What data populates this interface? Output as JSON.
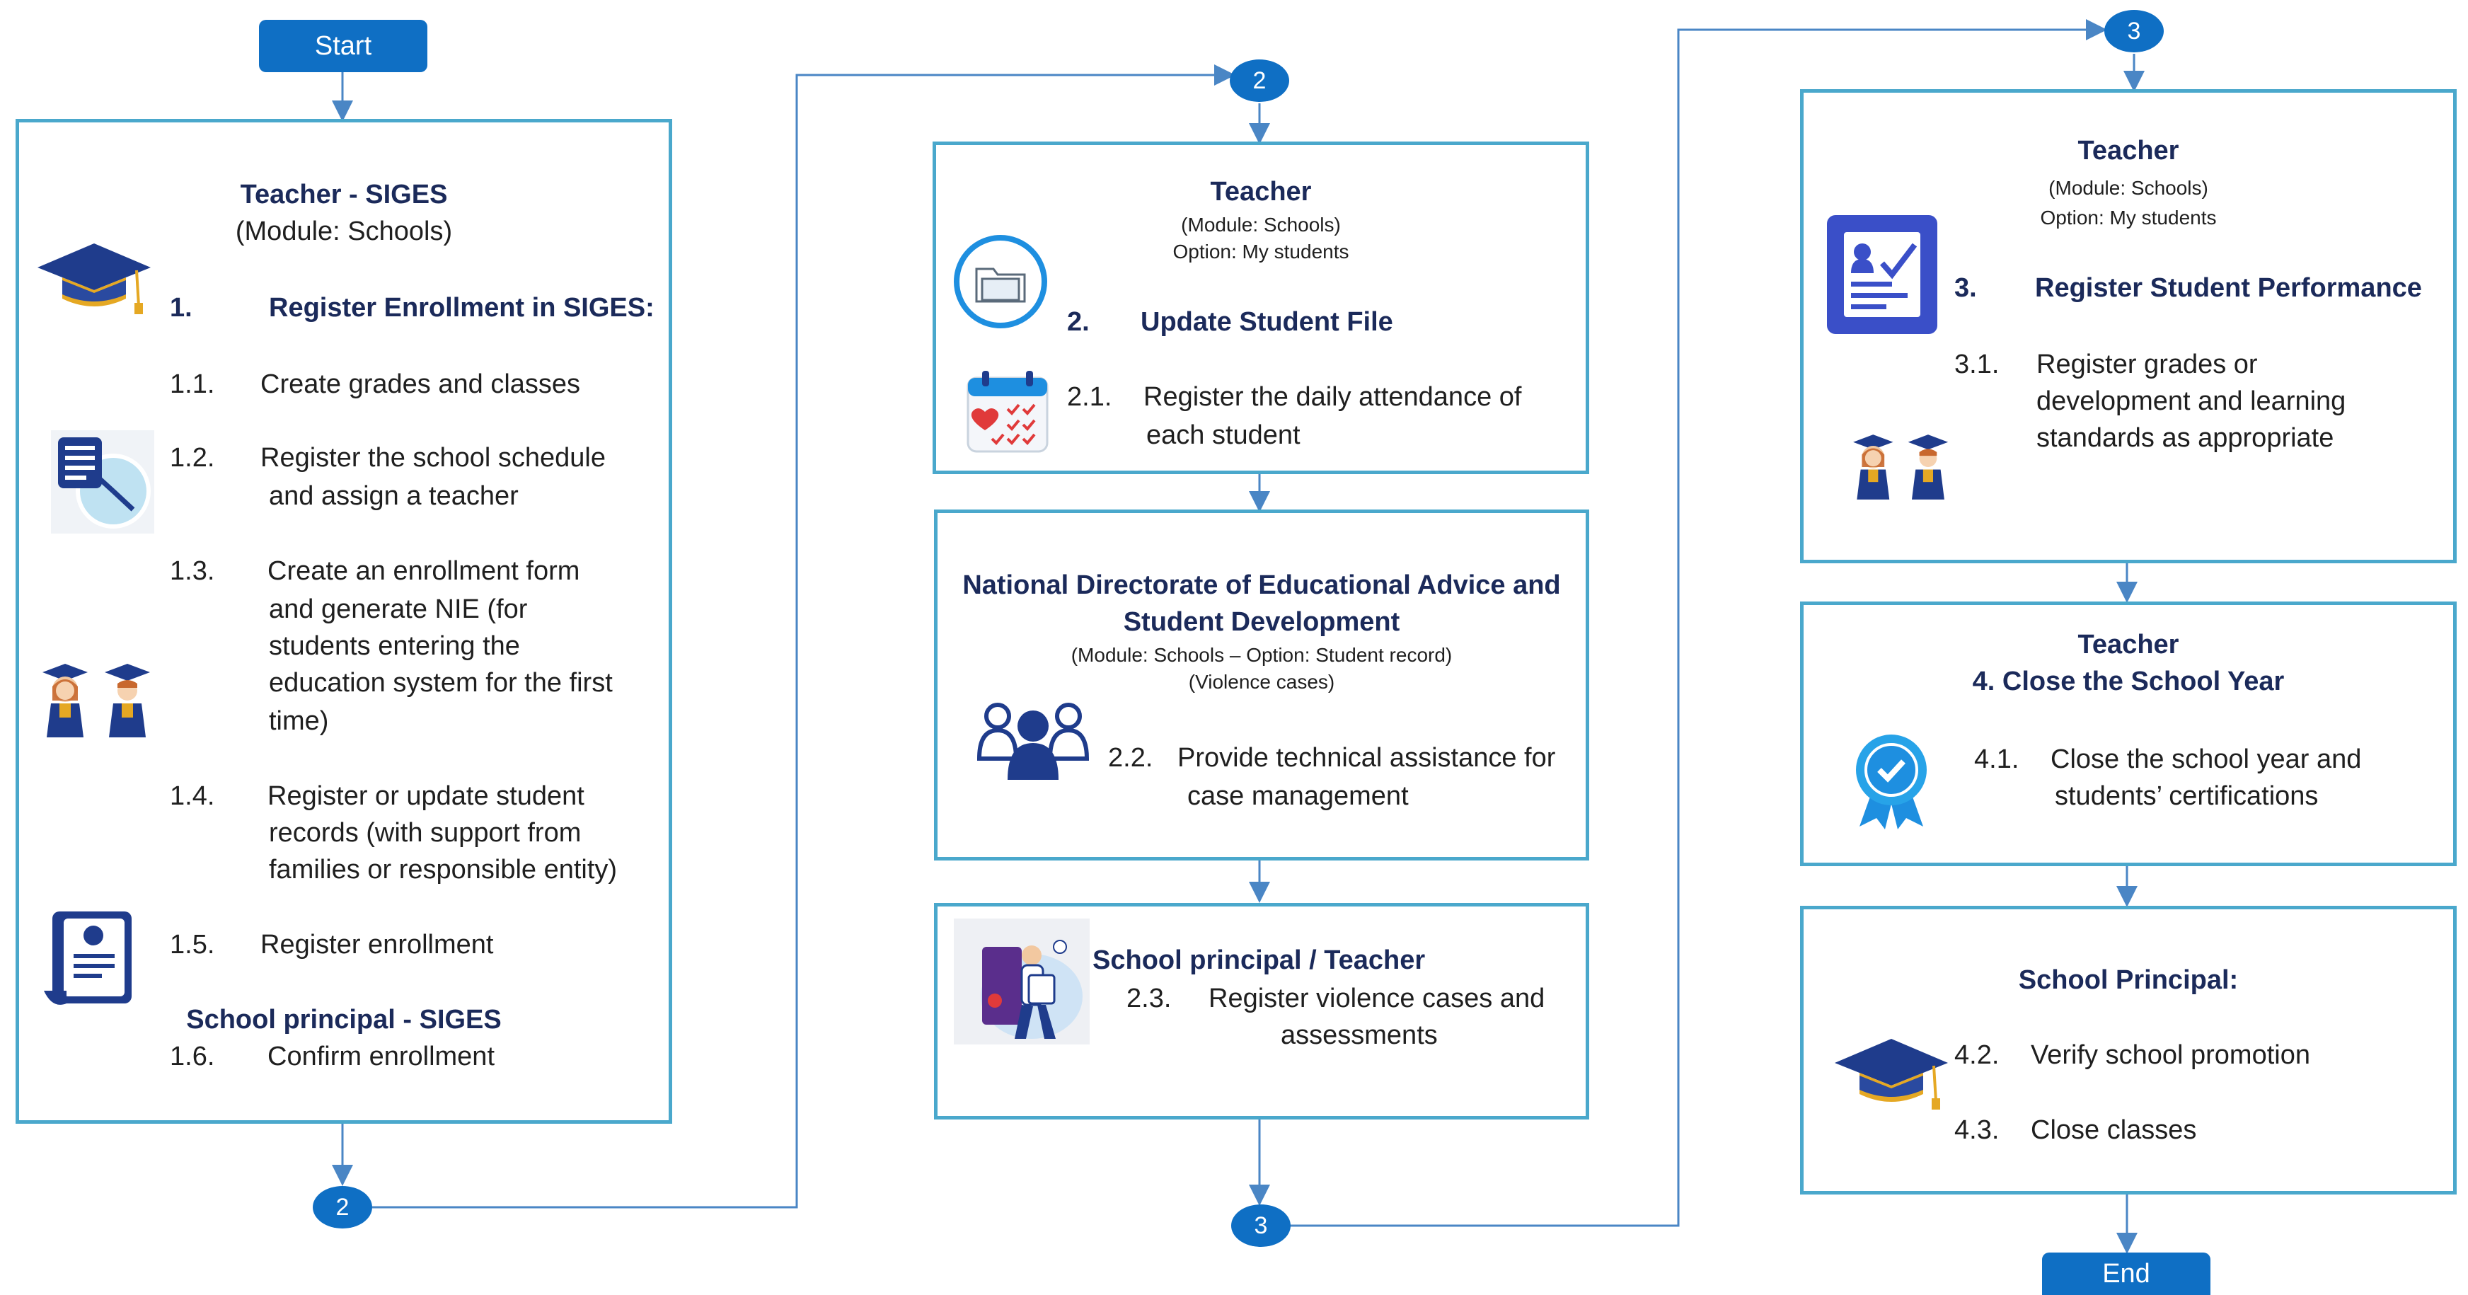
{
  "terminals": {
    "start": "Start",
    "end": "End"
  },
  "connectors": {
    "c2": "2",
    "c3": "3"
  },
  "col1": {
    "title": "Teacher - SIGES",
    "module": "(Module: Schools)",
    "step1_num": "1.",
    "step1_label": "Register Enrollment in SIGES:",
    "items": [
      {
        "num": "1.1.",
        "lines": [
          "Create grades and classes"
        ]
      },
      {
        "num": "1.2.",
        "lines": [
          "Register the school schedule",
          "and assign a teacher"
        ]
      },
      {
        "num": "1.3.",
        "lines": [
          "Create an enrollment form",
          "and generate NIE (for",
          "students entering the",
          "education system for the first",
          "time)"
        ]
      },
      {
        "num": "1.4.",
        "lines": [
          "Register or update student",
          "records (with support from",
          "families or responsible entity)"
        ]
      },
      {
        "num": "1.5.",
        "lines": [
          "Register enrollment"
        ]
      }
    ],
    "principal_title": "School principal - SIGES",
    "item16_num": "1.6.",
    "item16_text": "Confirm enrollment"
  },
  "col2": {
    "box_a": {
      "title": "Teacher",
      "module": "(Module: Schools)",
      "option": "Option: My students",
      "step_num": "2.",
      "step_label": "Update Student File",
      "item_num": "2.1.",
      "item_lines": [
        "Register the daily attendance of",
        "each student"
      ]
    },
    "box_b": {
      "title_lines": [
        "National Directorate of Educational Advice and",
        "Student Development"
      ],
      "module": "(Module: Schools – Option: Student record)",
      "note": "(Violence cases)",
      "item_num": "2.2.",
      "item_lines": [
        "Provide technical assistance for",
        "case management"
      ]
    },
    "box_c": {
      "title": "School principal / Teacher",
      "item_num": "2.3.",
      "item_lines": [
        "Register violence cases and",
        "assessments"
      ]
    }
  },
  "col3": {
    "box_a": {
      "title": "Teacher",
      "module": "(Module: Schools)",
      "option": "Option: My students",
      "step_num": "3.",
      "step_label": "Register Student Performance",
      "item_num": "3.1.",
      "item_lines": [
        "Register grades or",
        "development and learning",
        "standards as appropriate"
      ]
    },
    "box_b": {
      "title": "Teacher",
      "step_label": "4. Close the School Year",
      "item_num": "4.1.",
      "item_lines": [
        "Close the school year and",
        "students’ certifications"
      ]
    },
    "box_c": {
      "title": "School Principal:",
      "items": [
        {
          "num": "4.2.",
          "text": "Verify school promotion"
        },
        {
          "num": "4.3.",
          "text": "Close classes"
        }
      ]
    }
  },
  "colors": {
    "connector": "#0f6fc4",
    "box_border": "#4aa8cc",
    "heading": "#1b2a5a",
    "line": "#4a86c5"
  }
}
